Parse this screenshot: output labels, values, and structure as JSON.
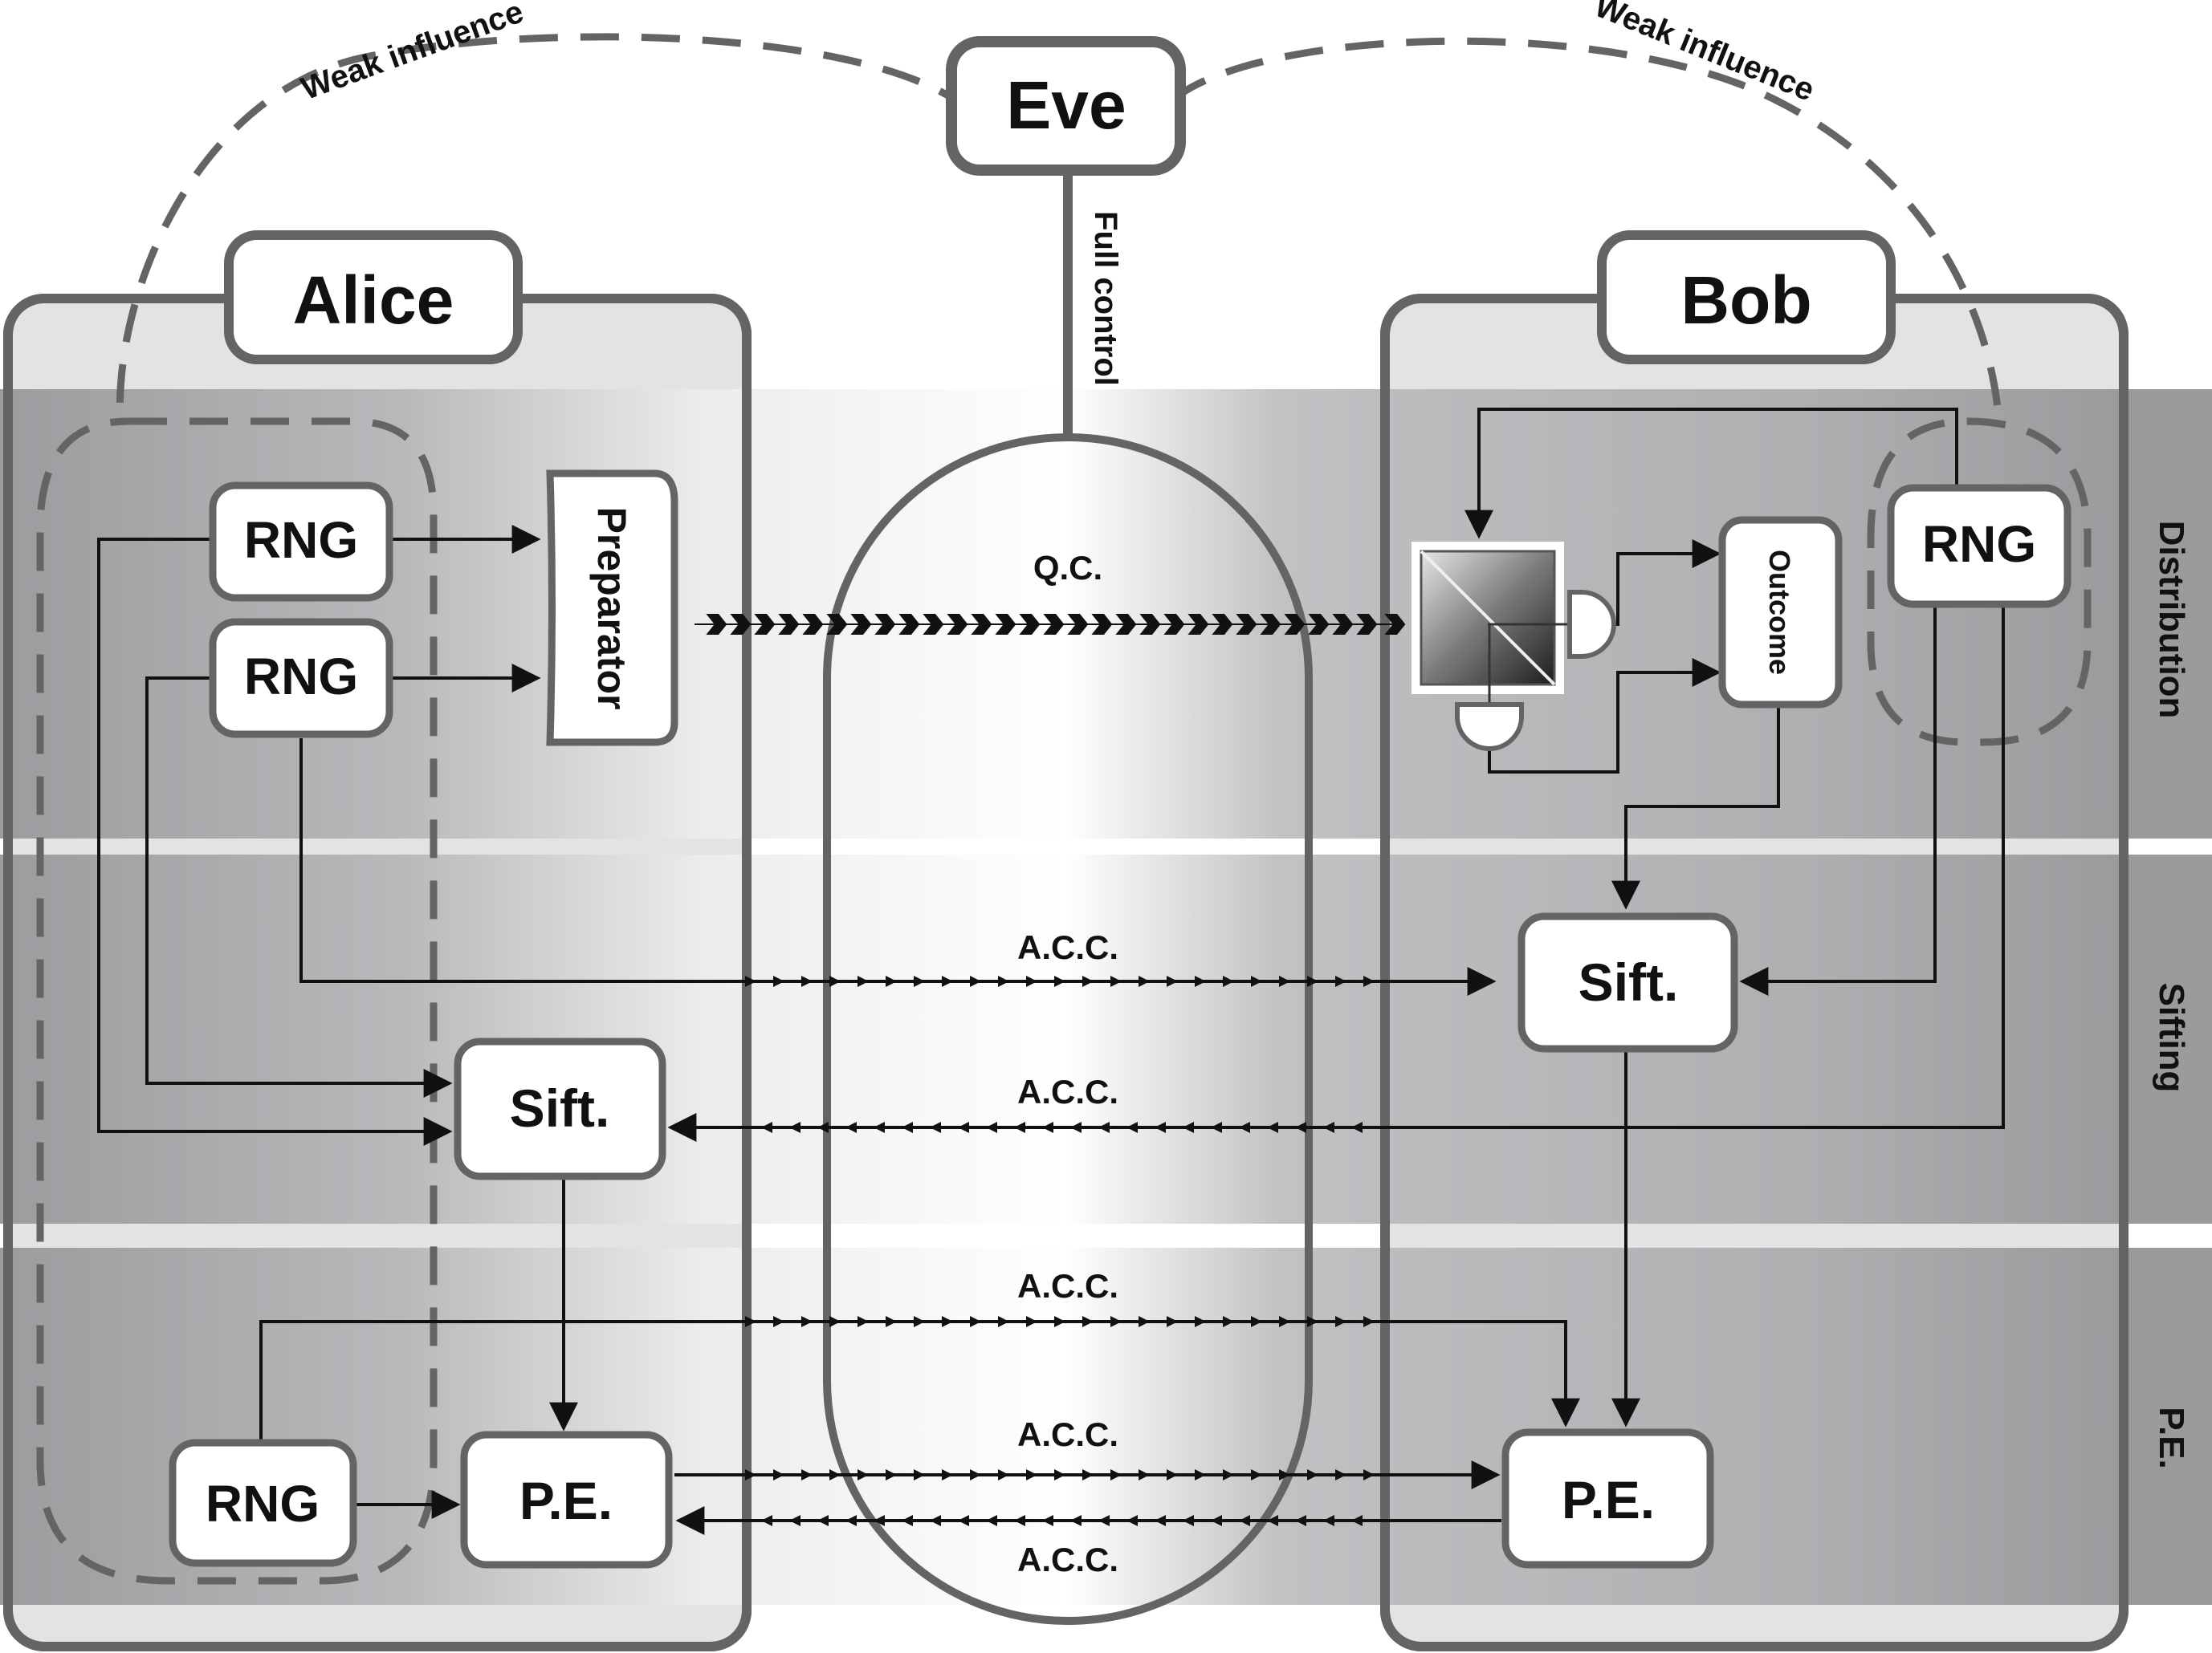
{
  "parties": {
    "eve": "Eve",
    "alice": "Alice",
    "bob": "Bob"
  },
  "influence": {
    "left": "Weak influence",
    "right": "Weak influence",
    "eve_link": "Full control"
  },
  "channels": {
    "quantum": "Q.C.",
    "classical_1": "A.C.C.",
    "classical_2": "A.C.C.",
    "classical_3": "A.C.C.",
    "classical_4": "A.C.C.",
    "classical_5": "A.C.C."
  },
  "alice_blocks": {
    "rng_1": "RNG",
    "rng_2": "RNG",
    "rng_3": "RNG",
    "preparator": "Preparator",
    "sift": "Sift.",
    "pe": "P.E."
  },
  "bob_blocks": {
    "rng": "RNG",
    "outcome": "Outcome",
    "sift": "Sift.",
    "pe": "P.E."
  },
  "stages": {
    "distribution": "Distribution",
    "sifting": "Sifting",
    "pe": "P.E."
  },
  "colors": {
    "band": "#a3a3a6",
    "party_fill": "#e2e2e3",
    "stroke": "#646464",
    "arrow": "#111111"
  }
}
